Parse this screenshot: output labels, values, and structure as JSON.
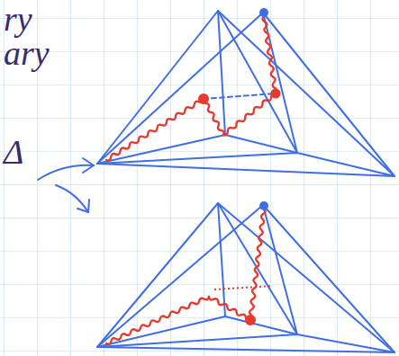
{
  "diagram": {
    "labels": [
      "ry",
      "ary",
      "Δ"
    ]
  }
}
